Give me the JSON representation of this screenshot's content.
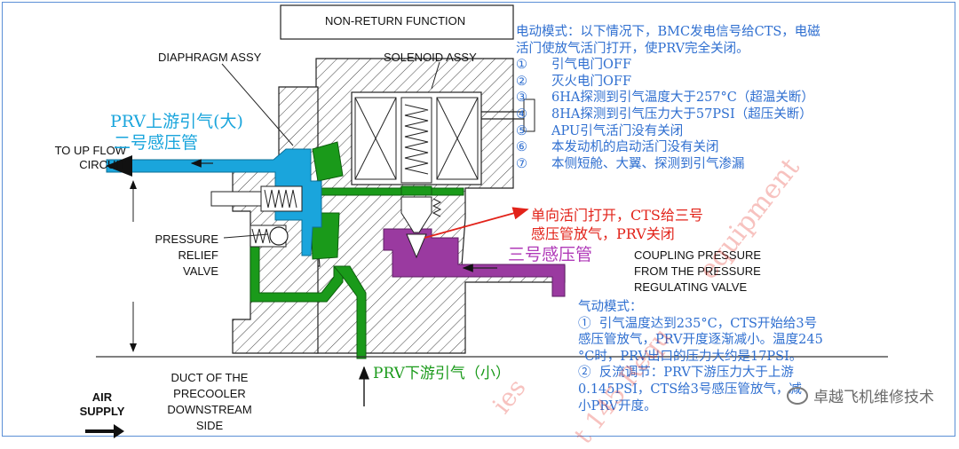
{
  "labels": {
    "title": "NON-RETURN FUNCTION",
    "diaphragm": "DIAPHRAGM ASSY",
    "solenoid": "SOLENOID ASSY",
    "to_up_flow_1": "TO UP FLOW",
    "to_up_flow_2": "CIRCUIT",
    "relief_1": "PRESSURE",
    "relief_2": "RELIEF",
    "relief_3": "VALVE",
    "coupling_1": "COUPLING PRESSURE",
    "coupling_2": "FROM THE PRESSURE",
    "coupling_3": "REGULATING VALVE",
    "duct_1": "DUCT OF THE",
    "duct_2": "PRECOOLER",
    "duct_3": "DOWNSTREAM",
    "duct_4": "SIDE",
    "air_1": "AIR",
    "air_2": "SUPPLY"
  },
  "annotations": {
    "prv_upstream": "PRV上游引气(大)",
    "sensor2": "二号感压管",
    "check_valve_1": "单向活门打开，CTS给三号",
    "check_valve_2": "感压管放气，PRV关闭",
    "sensor3": "三号感压管",
    "prv_downstream": "PRV下游引气（小）"
  },
  "electric_mode": {
    "line1": "电动模式：以下情况下，BMC发电信号给CTS，电磁",
    "line2": "活门使放气活门打开，使PRV完全关闭。",
    "items": [
      {
        "num": "①",
        "text": "引气电门OFF"
      },
      {
        "num": "②",
        "text": "灭火电门OFF"
      },
      {
        "num": "③",
        "text": "6HA探测到引气温度大于257°C（超温关断）"
      },
      {
        "num": "④",
        "text": "8HA探测到引气压力大于57PSI（超压关断）"
      },
      {
        "num": "⑤",
        "text": "APU引气活门没有关闭"
      },
      {
        "num": "⑥",
        "text": "本发动机的启动活门没有关闭"
      },
      {
        "num": "⑦",
        "text": "本侧短舱、大翼、探测到引气渗漏"
      }
    ]
  },
  "pneumatic_mode": {
    "title": "气动模式：",
    "lines": [
      "①  引气温度达到235°C，CTS开始给3号",
      "感压管放气，PRV开度逐渐减小。温度245",
      "°C时，PRV出口的压力大约是17PSI。",
      "②  反流调节：PRV下游压力大于上游",
      "0.145PSI，CTS给3号感压管放气，减",
      "小PRV开度。"
    ]
  },
  "watermark": {
    "line1": "equipment",
    "line2": "ies",
    "line3": "t 145 Requ"
  },
  "brand": "卓越飞机维修技术",
  "colors": {
    "frame": "#5b8fd6",
    "text_blue": "#2f6fd0",
    "cyan": "#1aa5dc",
    "green": "#1a9a1a",
    "purple": "#9a3aa0",
    "red": "#e2231a"
  }
}
